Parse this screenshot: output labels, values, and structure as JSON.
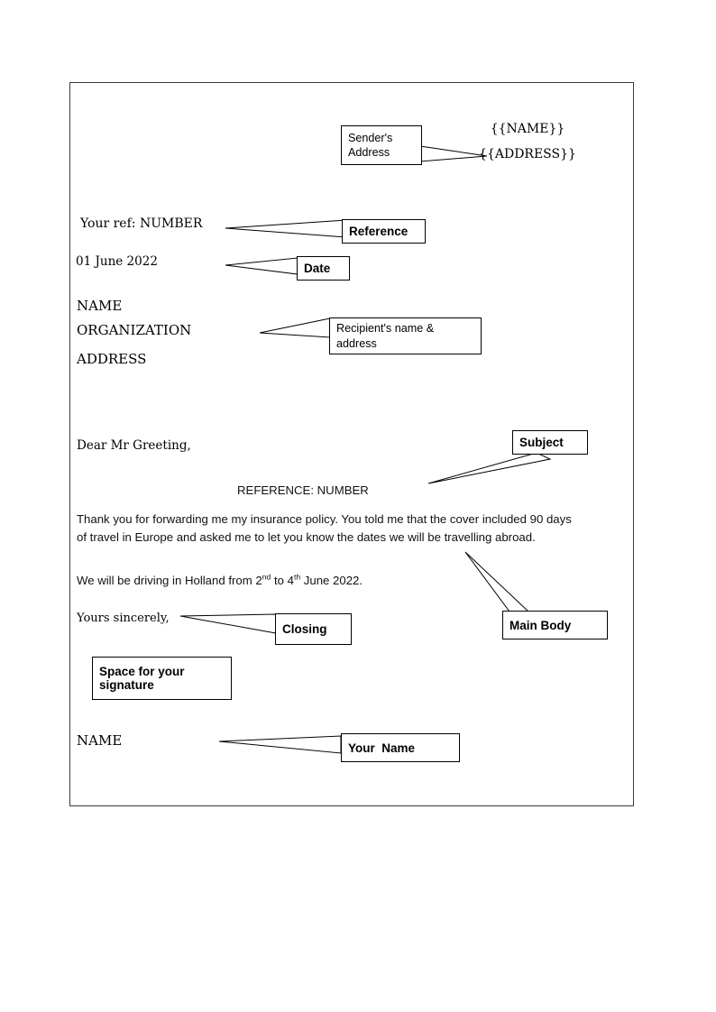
{
  "document": {
    "type": "business-letter-template-diagram"
  },
  "letter": {
    "sender_placeholder_name": "{{NAME}}",
    "sender_placeholder_address": "{{ADDRESS}}",
    "your_ref": "Your ref: NUMBER",
    "date": "01 June 2022",
    "recipient_name": "NAME",
    "recipient_organization": "ORGANIZATION",
    "recipient_address": "ADDRESS",
    "salutation": "Dear Mr Greeting,",
    "subject_line": "REFERENCE: NUMBER",
    "body_paragraph_1": "Thank you for forwarding me my insurance policy. You told me that the cover included 90 days of travel in Europe and asked me to let you know the dates we will be travelling abroad.",
    "body_paragraph_2_pre": "We will be driving in Holland from 2",
    "body_paragraph_2_sup1": "nd",
    "body_paragraph_2_mid": " to 4",
    "body_paragraph_2_sup2": "th",
    "body_paragraph_2_post": " June 2022.",
    "closing": "Yours sincerely,",
    "signature_name": "NAME"
  },
  "annotations": {
    "sender_address": "Sender's\nAddress",
    "reference": "Reference",
    "date": "Date",
    "recipient": "Recipient's name & address",
    "subject": "Subject",
    "main_body": "Main Body",
    "closing": "Closing",
    "signature_space": "Space for your signature",
    "your_name": "Your  Name"
  },
  "colors": {
    "frame_border": "#3a3a3a",
    "callout_border": "#000000",
    "text": "#000000"
  }
}
